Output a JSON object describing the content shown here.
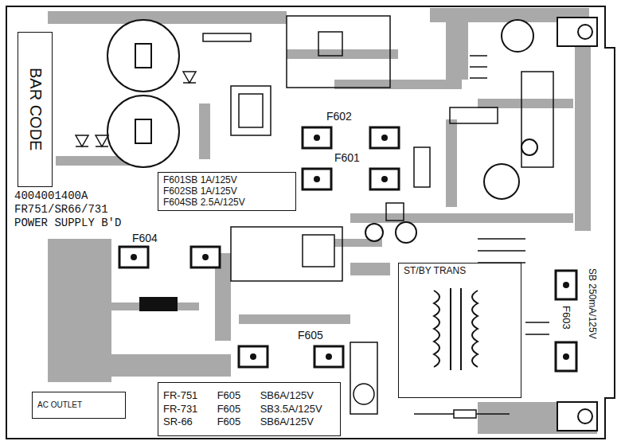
{
  "diagram": {
    "nodes": [
      {
        "text": [
          "BAR CODE"
        ]
      },
      {
        "text": [
          "F601SB 1A/125V",
          "F602SB 1A/125V",
          "F604SB 2.5A/125V"
        ]
      },
      {
        "text": [
          "ST/BY TRANS"
        ]
      },
      {
        "text": [
          "FR-751",
          "F605",
          "SB6A/125V",
          "FR-731",
          "F605",
          "SB3.5A/125V",
          "SR-66",
          "F605",
          "SB6A/125V"
        ]
      },
      {
        "text": [
          "AC OUTLET"
        ]
      }
    ],
    "labels": [
      "4004001400A",
      "FR751/SR66/731",
      "POWER SUPPLY B'D",
      "F602",
      "F601",
      "F604",
      "F605",
      "F603",
      "SB 250mA/125V"
    ]
  }
}
